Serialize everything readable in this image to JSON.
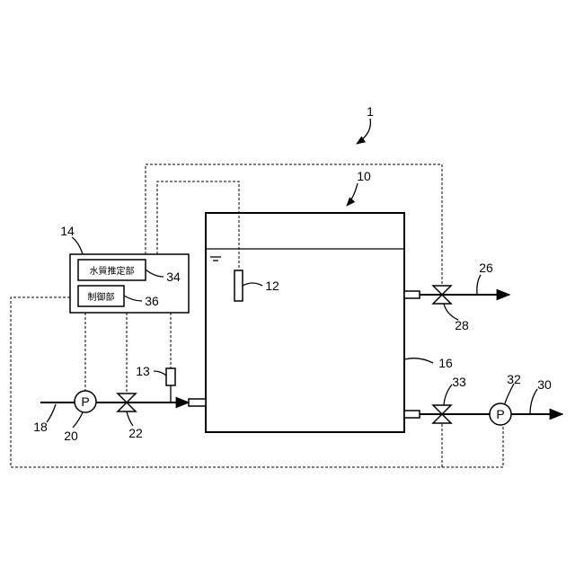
{
  "figure": {
    "labels": {
      "system": "1",
      "tank": "10",
      "sensor": "12",
      "sensor_13": "13",
      "controller": "14",
      "tank_wall": "16",
      "inlet_pipe": "18",
      "inlet_pump": "20",
      "inlet_valve": "22",
      "upper_outlet": "26",
      "upper_valve": "28",
      "lower_outlet": "30",
      "outlet_pump": "32",
      "lower_valve": "33",
      "estimator": "34",
      "control_unit": "36"
    },
    "controller_units": {
      "estimator_text": "水質推定部",
      "control_text": "制御部"
    },
    "pump_symbol": "P"
  }
}
